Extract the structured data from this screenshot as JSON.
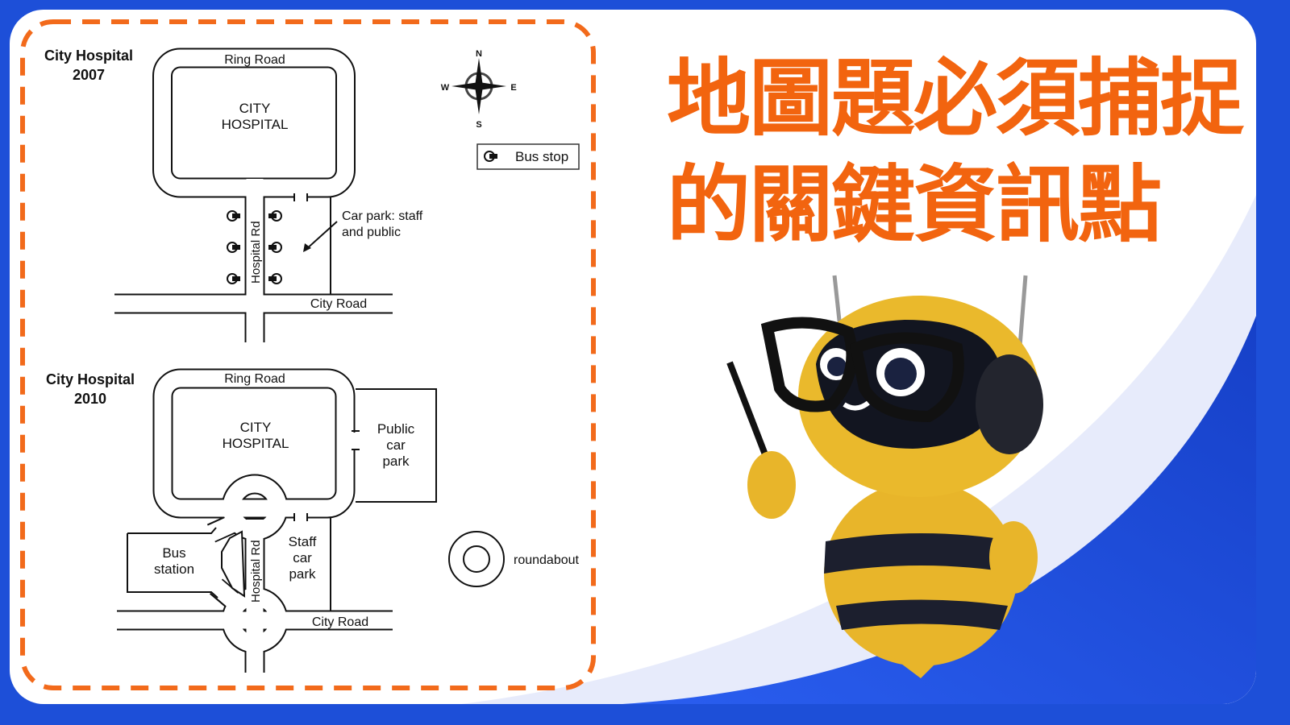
{
  "title": {
    "line1": "地圖題必須捕捉",
    "line2": "的關鍵資訊點"
  },
  "map2007": {
    "heading": "City Hospital",
    "year": "2007",
    "ring_road": "Ring Road",
    "hospital_line1": "CITY",
    "hospital_line2": "HOSPITAL",
    "hospital_rd": "Hospital Rd",
    "car_park_line1": "Car park: staff",
    "car_park_line2": "and public",
    "city_road": "City Road"
  },
  "compass": {
    "n": "N",
    "s": "S",
    "e": "E",
    "w": "W"
  },
  "legend": {
    "bus_stop": "Bus stop",
    "roundabout": "roundabout"
  },
  "map2010": {
    "heading": "City Hospital",
    "year": "2010",
    "ring_road": "Ring Road",
    "hospital_line1": "CITY",
    "hospital_line2": "HOSPITAL",
    "public_car_park": [
      "Public",
      "car",
      "park"
    ],
    "staff_car_park": [
      "Staff",
      "car",
      "park"
    ],
    "bus_station": [
      "Bus",
      "station"
    ],
    "hospital_rd": "Hospital Rd",
    "city_road": "City Road"
  },
  "colors": {
    "frame": "#1d4fd8",
    "accent": "#f2640f",
    "dash": "#f26a1b"
  }
}
